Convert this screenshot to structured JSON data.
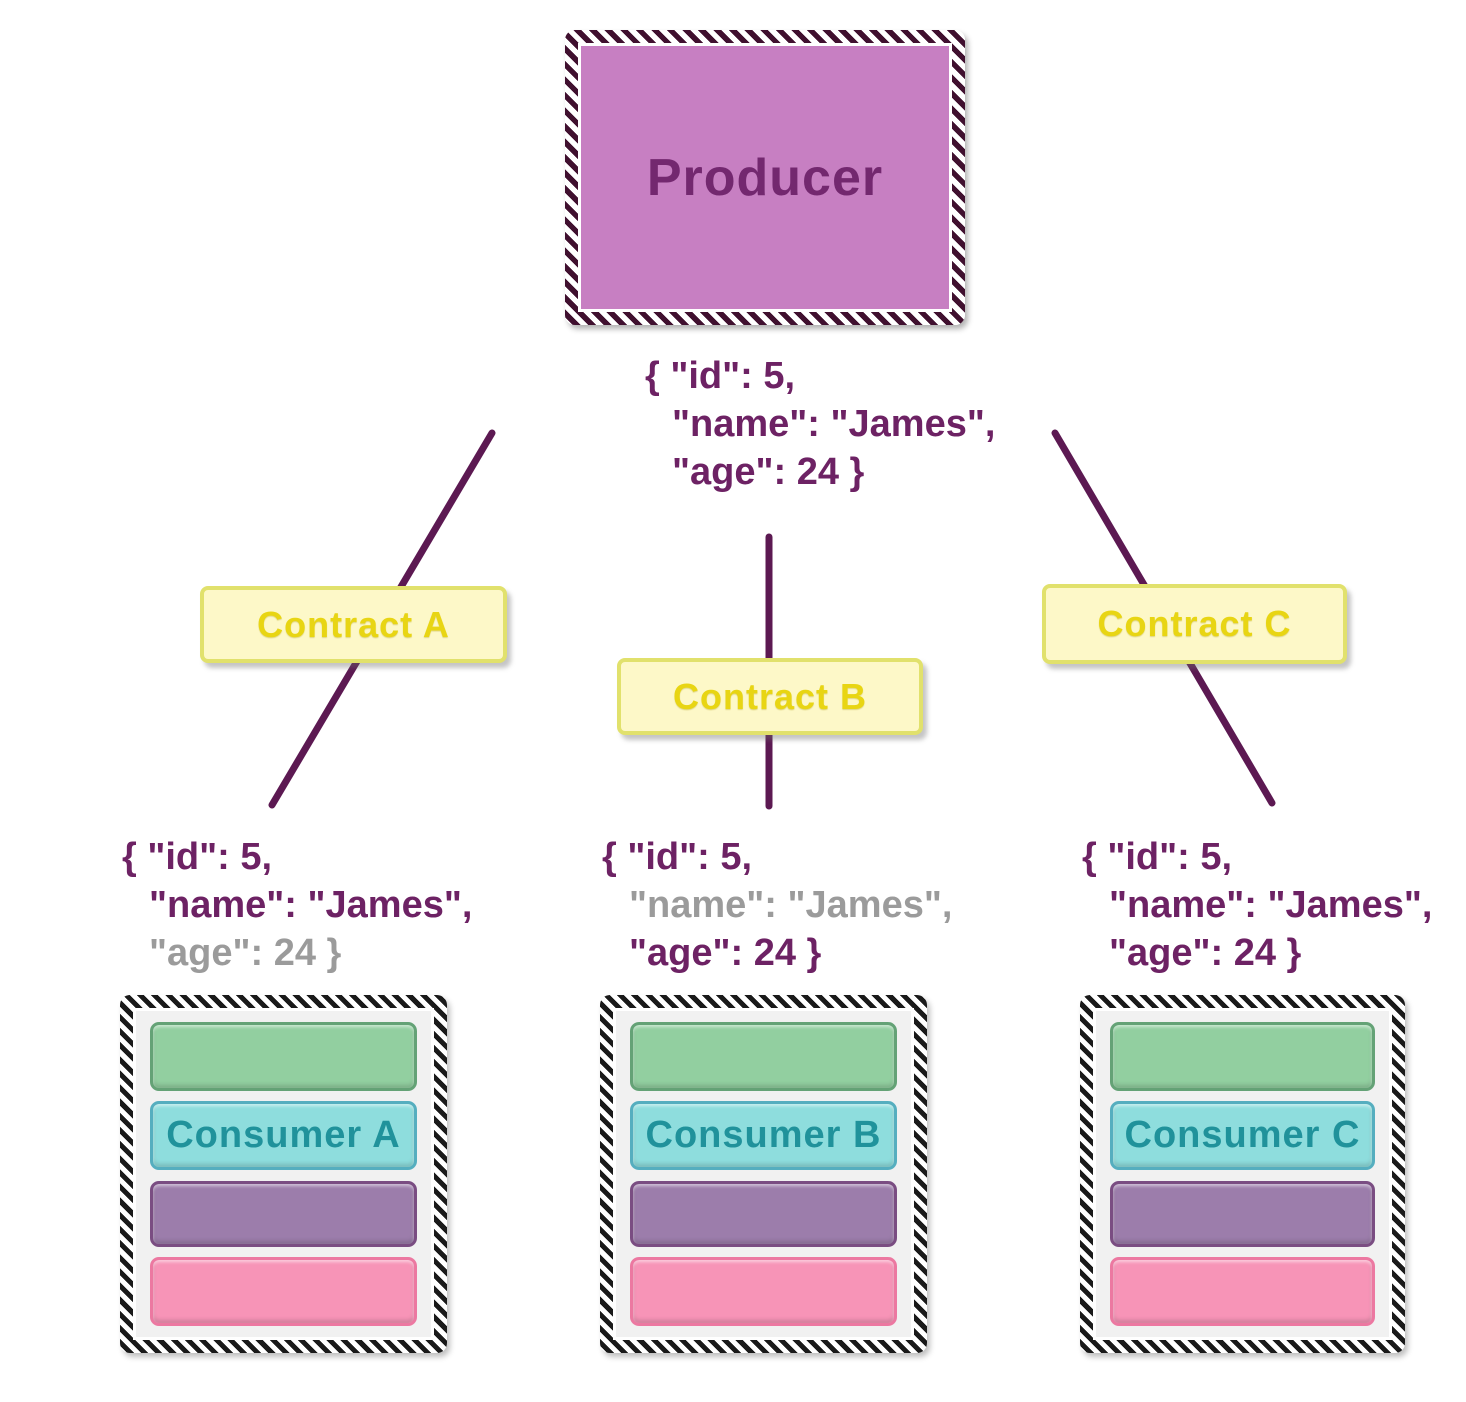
{
  "producer": {
    "label": "Producer"
  },
  "producer_message": {
    "lines": [
      {
        "text": "{ \"id\": 5,",
        "muted": false
      },
      {
        "text": "\"name\": \"James\",",
        "muted": false
      },
      {
        "text": "\"age\": 24 }",
        "muted": false
      }
    ]
  },
  "contracts": [
    {
      "label": "Contract A"
    },
    {
      "label": "Contract B"
    },
    {
      "label": "Contract C"
    }
  ],
  "messages": [
    {
      "lines": [
        {
          "text": "{ \"id\": 5,",
          "muted": false
        },
        {
          "text": "\"name\": \"James\",",
          "muted": false
        },
        {
          "text": "\"age\": 24 }",
          "muted": true
        }
      ]
    },
    {
      "lines": [
        {
          "text": "{ \"id\": 5,",
          "muted": false
        },
        {
          "text": "\"name\": \"James\",",
          "muted": true
        },
        {
          "text": "\"age\": 24 }",
          "muted": false
        }
      ]
    },
    {
      "lines": [
        {
          "text": "{ \"id\": 5,",
          "muted": false
        },
        {
          "text": "\"name\": \"James\",",
          "muted": false
        },
        {
          "text": "\"age\": 24 }",
          "muted": false
        }
      ]
    }
  ],
  "consumers": [
    {
      "label": "Consumer A"
    },
    {
      "label": "Consumer B"
    },
    {
      "label": "Consumer C"
    }
  ],
  "colors": {
    "producer_fill": "#c77fc2",
    "producer_text": "#73286f",
    "producer_hatch": "#40102f",
    "edge_line": "#5c1952",
    "contract_fill": "#fdf8c8",
    "contract_border": "#e1e16c",
    "contract_text": "#e8d513",
    "json_purple": "#6d2264",
    "json_gray": "#9b9b9b",
    "consumer_hatch": "#1a1a1a",
    "consumer_bg": "#f1f1f1",
    "slot_green": "#92cfa0",
    "slot_teal": "#8edddd",
    "slot_purple": "#9c7dab",
    "slot_pink": "#f794b7",
    "consumer_text": "#20929b"
  }
}
